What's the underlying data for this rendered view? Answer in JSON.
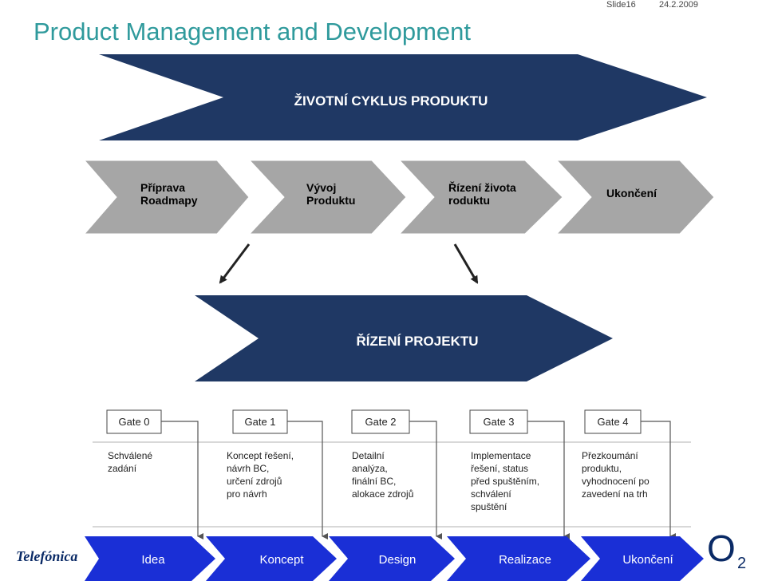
{
  "header": {
    "title": "Product Management and Development",
    "slide_number": "Slide16",
    "date": "24.2.2009"
  },
  "lifecycle_banner": {
    "label": "ŽIVOTNÍ CYKLUS PRODUKTU"
  },
  "lifecycle_phases": [
    {
      "line1": "Příprava",
      "line2": "Roadmapy"
    },
    {
      "line1": "Vývoj",
      "line2": "Produktu"
    },
    {
      "line1": "Řízení života",
      "line2": "roduktu"
    },
    {
      "line1": "Ukončení",
      "line2": ""
    }
  ],
  "project_banner": {
    "label": "ŘÍZENÍ PROJEKTU"
  },
  "gates": [
    {
      "label": "Gate 0",
      "description": [
        "Schválené",
        "zadání"
      ]
    },
    {
      "label": "Gate 1",
      "description": [
        "Koncept řešení,",
        "návrh BC,",
        "určení zdrojů",
        "pro návrh"
      ]
    },
    {
      "label": "Gate 2",
      "description": [
        "Detailní",
        "analýza,",
        "finální BC,",
        "alokace zdrojů"
      ]
    },
    {
      "label": "Gate 3",
      "description": [
        "Implementace",
        "řešení, status",
        "před spuštěním,",
        "schválení",
        "spuštění"
      ]
    },
    {
      "label": "Gate 4",
      "description": [
        "Přezkoumání",
        "produktu,",
        "vyhodnocení po",
        "zavedení na trh"
      ]
    }
  ],
  "stages": [
    "Idea",
    "Koncept",
    "Design",
    "Realizace",
    "Ukončení"
  ],
  "logos": {
    "left": "Telefónica",
    "right_main": "O",
    "right_sub": "2"
  },
  "colors": {
    "title": "#2f9a9c",
    "banner": "#1f3864",
    "phase_gray": "#a6a6a6",
    "stage_blue": "#1a2fd6",
    "o2_blue": "#0a2a66"
  }
}
